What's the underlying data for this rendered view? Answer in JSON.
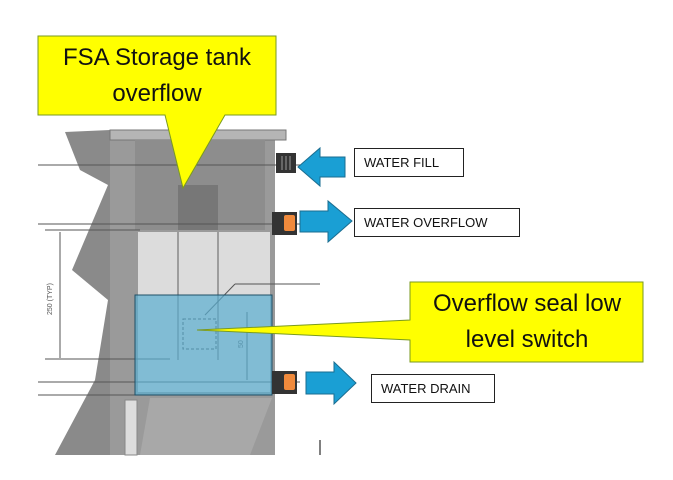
{
  "callouts": {
    "storage_tank": "FSA Storage tank overflow",
    "seal_switch": "Overflow seal low level switch"
  },
  "labels": {
    "water_fill": "WATER FILL",
    "water_overflow": "WATER OVERFLOW",
    "water_drain": "WATER DRAIN"
  },
  "drawing": {
    "dimension_text": "250 (TYP)",
    "small_dimension_text": "50"
  },
  "colors": {
    "callout_fill": "#ffff00",
    "arrow_fill": "#1a9fd4",
    "highlight_fill": "#5aaed0",
    "connector_orange": "#f08a3c"
  }
}
